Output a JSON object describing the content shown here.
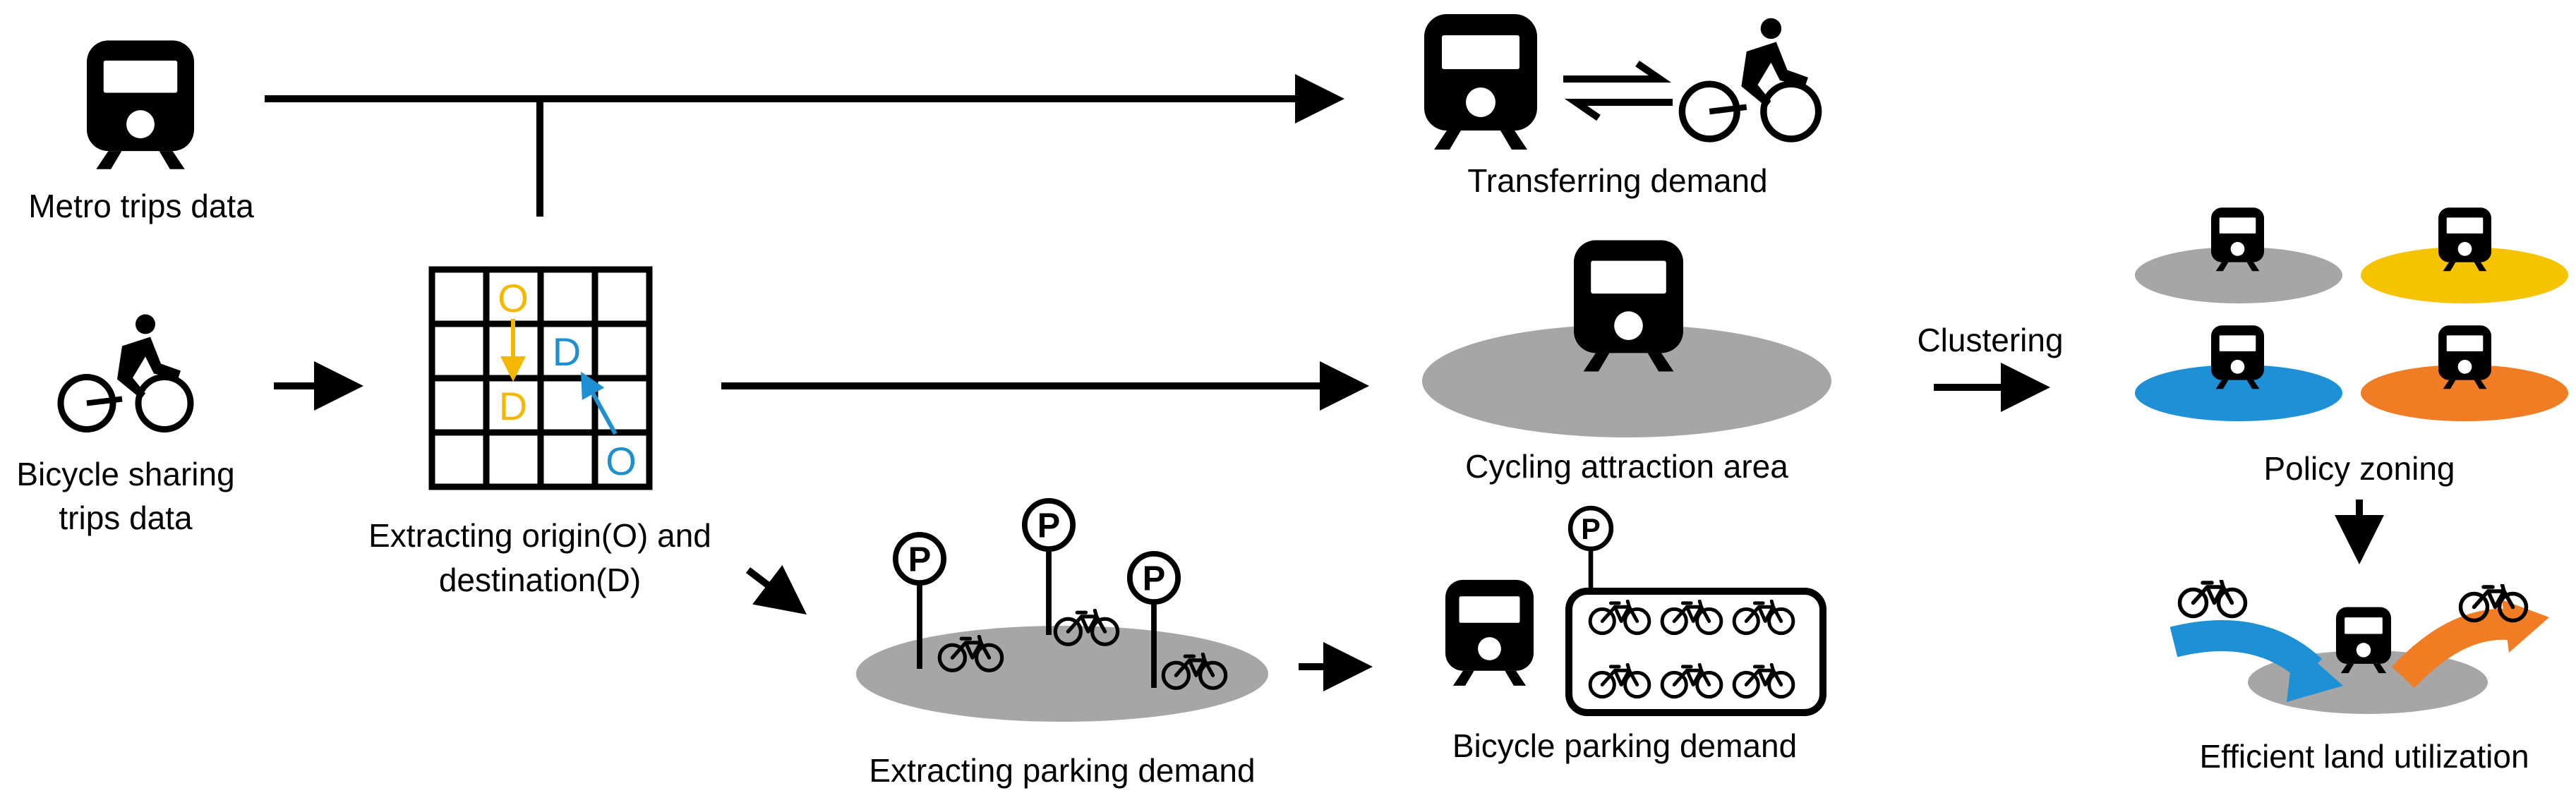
{
  "labels": {
    "metro_trips": "Metro trips data",
    "bike_trips_line1": "Bicycle sharing",
    "bike_trips_line2": "trips data",
    "extract_od_line1": "Extracting origin(O) and",
    "extract_od_line2": "destination(D)",
    "transferring_demand": "Transferring demand",
    "cycling_attraction": "Cycling attraction area",
    "clustering": "Clustering",
    "policy_zoning": "Policy zoning",
    "extract_parking": "Extracting parking demand",
    "bicycle_parking": "Bicycle parking demand",
    "efficient_land": "Efficient land utilization"
  },
  "od_grid": {
    "origin_1": "O",
    "dest_1": "D",
    "origin_2": "O",
    "dest_2": "D"
  },
  "parking_sign_letter": "P",
  "colors": {
    "orange_od": "#f5b800",
    "blue_od": "#1e8fd0",
    "gray_zone": "#a6a6a6",
    "yellow_zone": "#f5c300",
    "blue_zone": "#1e90d6",
    "orange_zone": "#f07d23"
  },
  "icons": [
    "metro-train-icon",
    "bicycle-icon",
    "cyclist-icon",
    "parking-sign-icon",
    "od-grid-icon",
    "transfer-arrows-icon"
  ]
}
